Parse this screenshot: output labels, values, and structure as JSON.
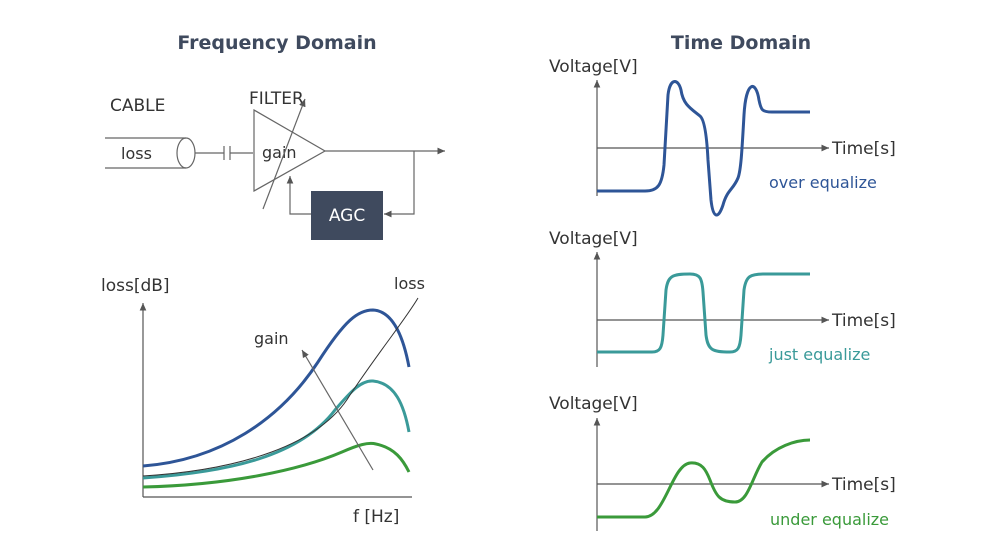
{
  "titles": {
    "frequency": "Frequency Domain",
    "time": "Time Domain"
  },
  "block": {
    "cable": "CABLE",
    "loss": "loss",
    "filter": "FILTER",
    "gain": "gain",
    "agc": "AGC"
  },
  "freq_plot": {
    "ylabel": "loss[dB]",
    "xlabel": "f [Hz]",
    "loss_label": "loss",
    "gain_label": "gain"
  },
  "time_plots": [
    {
      "ylabel": "Voltage[V]",
      "xlabel": "Time[s]",
      "caption": "over equalize"
    },
    {
      "ylabel": "Voltage[V]",
      "xlabel": "Time[s]",
      "caption": "just equalize"
    },
    {
      "ylabel": "Voltage[V]",
      "xlabel": "Time[s]",
      "caption": "under equalize"
    }
  ],
  "colors": {
    "blue": "#2e5597",
    "teal": "#3a9a99",
    "green": "#3a9a3a",
    "agc_box": "#3f4a5e"
  }
}
